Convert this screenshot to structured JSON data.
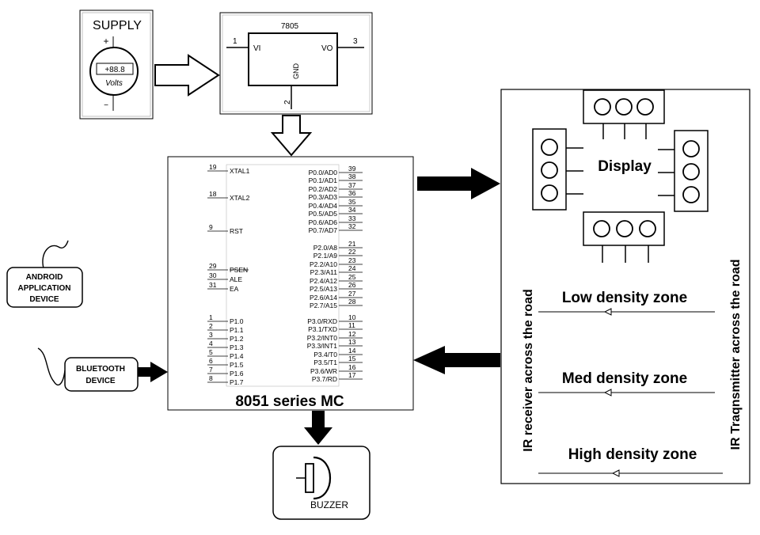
{
  "supply": {
    "title": "SUPPLY",
    "plus": "+",
    "minus": "−",
    "reading": "+88.8",
    "unit": "Volts"
  },
  "regulator": {
    "name": "7805",
    "vi": "VI",
    "vo": "VO",
    "gnd": "GND",
    "pin_in": "1",
    "pin_out": "3",
    "pin_gnd": "2"
  },
  "mcu": {
    "label": "8051 series MC",
    "left_pins": [
      {
        "num": "19",
        "name": "XTAL1"
      },
      {
        "num": "18",
        "name": "XTAL2"
      },
      {
        "num": "9",
        "name": "RST"
      },
      {
        "num": "29",
        "name": "PSEN"
      },
      {
        "num": "30",
        "name": "ALE"
      },
      {
        "num": "31",
        "name": "EA"
      },
      {
        "num": "1",
        "name": "P1.0"
      },
      {
        "num": "2",
        "name": "P1.1"
      },
      {
        "num": "3",
        "name": "P1.2"
      },
      {
        "num": "4",
        "name": "P1.3"
      },
      {
        "num": "5",
        "name": "P1.4"
      },
      {
        "num": "6",
        "name": "P1.5"
      },
      {
        "num": "7",
        "name": "P1.6"
      },
      {
        "num": "8",
        "name": "P1.7"
      }
    ],
    "right_pins": [
      {
        "num": "39",
        "name": "P0.0/AD0"
      },
      {
        "num": "38",
        "name": "P0.1/AD1"
      },
      {
        "num": "37",
        "name": "P0.2/AD2"
      },
      {
        "num": "36",
        "name": "P0.3/AD3"
      },
      {
        "num": "35",
        "name": "P0.4/AD4"
      },
      {
        "num": "34",
        "name": "P0.5/AD5"
      },
      {
        "num": "33",
        "name": "P0.6/AD6"
      },
      {
        "num": "32",
        "name": "P0.7/AD7"
      },
      {
        "num": "21",
        "name": "P2.0/A8"
      },
      {
        "num": "22",
        "name": "P2.1/A9"
      },
      {
        "num": "23",
        "name": "P2.2/A10"
      },
      {
        "num": "24",
        "name": "P2.3/A11"
      },
      {
        "num": "25",
        "name": "P2.4/A12"
      },
      {
        "num": "26",
        "name": "P2.5/A13"
      },
      {
        "num": "27",
        "name": "P2.6/A14"
      },
      {
        "num": "28",
        "name": "P2.7/A15"
      },
      {
        "num": "10",
        "name": "P3.0/RXD"
      },
      {
        "num": "11",
        "name": "P3.1/TXD"
      },
      {
        "num": "12",
        "name": "P3.2/INT0"
      },
      {
        "num": "13",
        "name": "P3.3/INT1"
      },
      {
        "num": "14",
        "name": "P3.4/T0"
      },
      {
        "num": "15",
        "name": "P3.5/T1"
      },
      {
        "num": "16",
        "name": "P3.6/WR"
      },
      {
        "num": "17",
        "name": "P3.7/RD"
      }
    ]
  },
  "android": {
    "line1": "ANDROID",
    "line2": "APPLICATION",
    "line3": "DEVICE"
  },
  "bluetooth": {
    "line1": "BLUETOOTH",
    "line2": "DEVICE"
  },
  "buzzer": {
    "label": "BUZZER"
  },
  "road": {
    "display": "Display",
    "zones": [
      "Low density zone",
      "Med density zone",
      "High density zone"
    ],
    "receiver": "IR receiver across the road",
    "transmitter": "IR Traqnsmitter across the road"
  }
}
